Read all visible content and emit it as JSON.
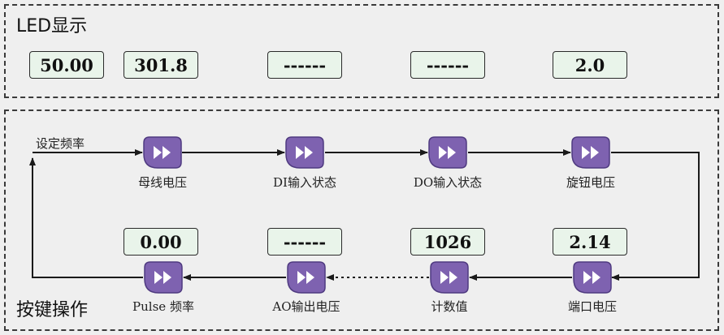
{
  "led_section": {
    "title": "LED显示",
    "displays": [
      "50.00",
      "301.8",
      "------",
      "------",
      "2.0"
    ]
  },
  "key_section": {
    "title": "按键操作",
    "start_label": "设定频率",
    "top_row": [
      "母线电压",
      "DI输入状态",
      "DO输入状态",
      "旋钮电压"
    ],
    "bottom_row": [
      "Pulse 频率",
      "AO输出电压",
      "计数值",
      "端口电压"
    ],
    "bottom_displays": [
      "0.00",
      "------",
      "1026",
      "2.14"
    ]
  },
  "colors": {
    "panel_border": "#3a3a3a",
    "led_background": "#e9f4ea",
    "key_fill": "#7e62b0",
    "key_edge": "#4f3a80",
    "key_glyph": "#ffffff",
    "arrow": "#1a1a1a"
  },
  "icons": {
    "key": "fast-forward-icon"
  }
}
